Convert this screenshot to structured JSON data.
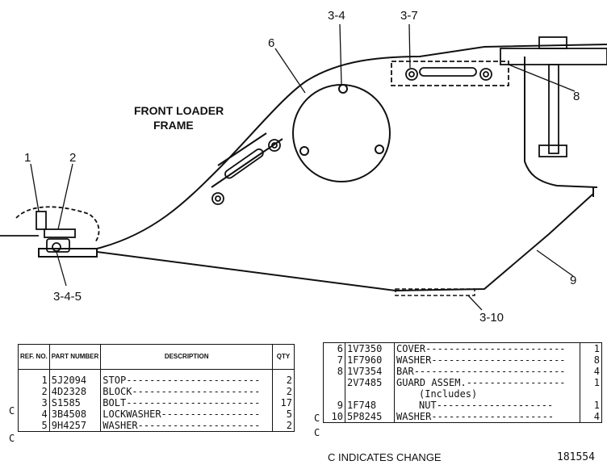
{
  "diagram": {
    "frame_label_line1": "FRONT LOADER",
    "frame_label_line2": "FRAME",
    "callouts": [
      "1",
      "2",
      "3-4-5",
      "3-4",
      "3-7",
      "6",
      "8",
      "9",
      "3-10"
    ]
  },
  "left_table": {
    "headers": {
      "ref": "REF. NO.",
      "part": "PART NUMBER",
      "desc": "DESCRIPTION",
      "qty": "QTY"
    },
    "rows": [
      {
        "c": "",
        "ref": "1",
        "part": "5J2094",
        "desc": "STOP",
        "qty": "2"
      },
      {
        "c": "",
        "ref": "2",
        "part": "4D2328",
        "desc": "BLOCK",
        "qty": "2"
      },
      {
        "c": "C",
        "ref": "3",
        "part": "S1585",
        "desc": "BOLT",
        "qty": "17"
      },
      {
        "c": "",
        "ref": "4",
        "part": "3B4508",
        "desc": "LOCKWASHER",
        "qty": "5"
      },
      {
        "c": "C",
        "ref": "5",
        "part": "9H4257",
        "desc": "WASHER",
        "qty": "2"
      }
    ]
  },
  "right_table": {
    "rows": [
      {
        "c": "",
        "ref": "6",
        "part": "1V7350",
        "desc": "COVER",
        "qty": "1"
      },
      {
        "c": "",
        "ref": "7",
        "part": "1F7960",
        "desc": "WASHER",
        "qty": "8"
      },
      {
        "c": "",
        "ref": "8",
        "part": "1V7354",
        "desc": "BAR",
        "qty": "4"
      },
      {
        "c": "",
        "ref": "9",
        "part": "2V7485",
        "desc": "GUARD ASSEM.",
        "qty": "1"
      },
      {
        "c": "",
        "ref": "",
        "part": "",
        "desc": "(Includes)",
        "qty": ""
      },
      {
        "c": "C",
        "ref": "",
        "part": "1F748",
        "desc": "NUT",
        "qty": "1"
      },
      {
        "c": "C",
        "ref": "10",
        "part": "5P8245",
        "desc": "WASHER",
        "qty": "4"
      }
    ]
  },
  "footer": {
    "change_note": "C INDICATES CHANGE",
    "drawing_number": "181554"
  }
}
